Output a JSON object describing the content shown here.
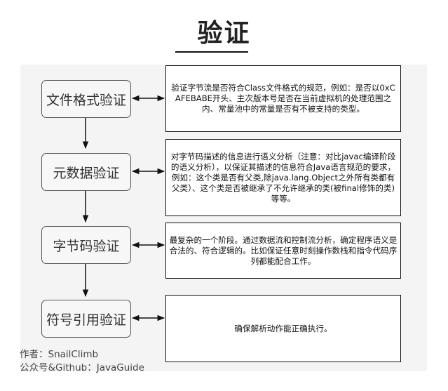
{
  "title": "验证",
  "steps": [
    {
      "label": "文件格式验证",
      "description": "验证字节流是否符合Class文件格式的规范，例如：是否以0xCAFEBABE开头、主次版本号是否在当前虚拟机的处理范围之内、常量池中的常量是否有不被支持的类型。"
    },
    {
      "label": "元数据验证",
      "description": "对字节码描述的信息进行语义分析（注意：对比javac编译阶段的语义分析），以保证其描述的信息符合Java语言规范的要求，例如：这个类是否有父类,除java.lang.Object之外所有类都有父类）、这个类是否被继承了不允许继承的类(被final修饰的类)等等。"
    },
    {
      "label": "字节码验证",
      "description": "最复杂的一个阶段。通过数据流和控制流分析，确定程序语义是合法的、符合逻辑的。比如保证任意时刻操作数栈和指令代码序列都能配合工作。"
    },
    {
      "label": "符号引用验证",
      "description": "确保解析动作能正确执行。"
    }
  ],
  "footer": {
    "author": "作者：SnailClimb",
    "account": "公众号&Github：JavaGuide"
  }
}
